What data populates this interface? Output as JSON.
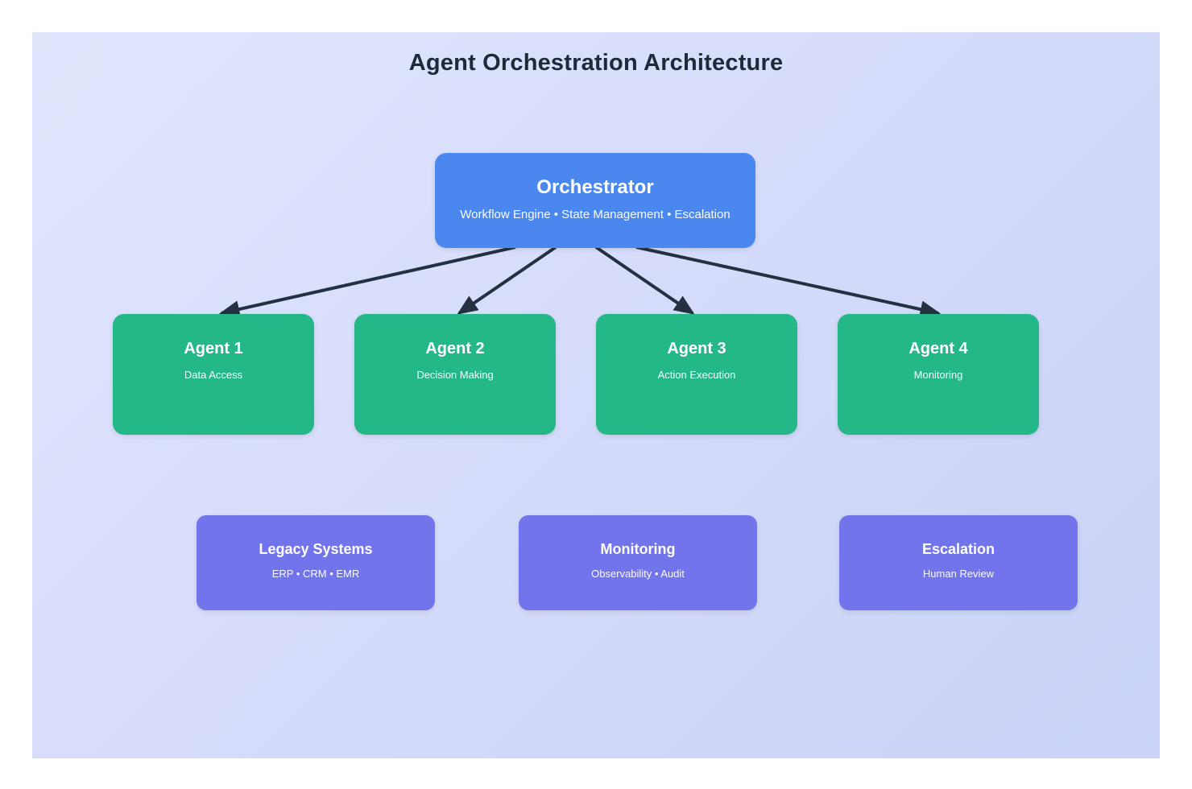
{
  "title": "Agent Orchestration Architecture",
  "orchestrator": {
    "title": "Orchestrator",
    "subtitle": "Workflow Engine • State Management • Escalation"
  },
  "agents": [
    {
      "title": "Agent 1",
      "subtitle": "Data Access"
    },
    {
      "title": "Agent 2",
      "subtitle": "Decision Making"
    },
    {
      "title": "Agent 3",
      "subtitle": "Action Execution"
    },
    {
      "title": "Agent 4",
      "subtitle": "Monitoring"
    }
  ],
  "subsystems": [
    {
      "title": "Legacy Systems",
      "subtitle": "ERP • CRM • EMR"
    },
    {
      "title": "Monitoring",
      "subtitle": "Observability • Audit"
    },
    {
      "title": "Escalation",
      "subtitle": "Human Review"
    }
  ],
  "colors": {
    "orchestrator_fill": "#4a88ef",
    "agent_fill": "#24b787",
    "subsystem_fill": "#7174ea",
    "arrow": "#243140",
    "title_text": "#1e2a38",
    "background_start": "#e1e6fd",
    "background_end": "#c9d2f7"
  }
}
